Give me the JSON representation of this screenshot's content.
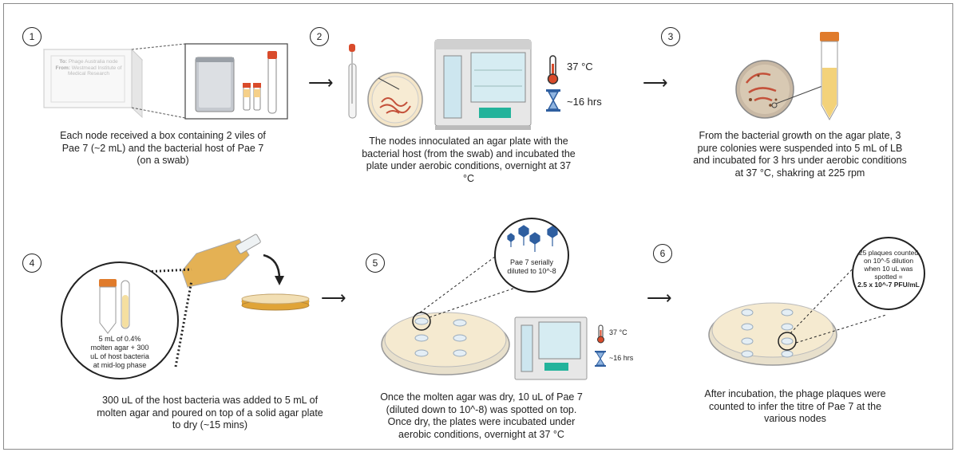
{
  "steps": [
    {
      "num": "1",
      "caption": "Each node received a box containing 2 viles of Pae 7 (~2 mL) and the bacterial host of Pae 7 (on a swab)"
    },
    {
      "num": "2",
      "caption": "The nodes innoculated an agar plate with the bacterial host (from the swab) and incubated the plate under aerobic conditions, overnight at 37 °C"
    },
    {
      "num": "3",
      "caption": "From the bacterial growth on the agar plate, 3 pure colonies were suspended into 5 mL of LB and incubated for 3 hrs under aerobic conditions at  37 °C, shakring at 225 rpm"
    },
    {
      "num": "4",
      "caption": "300 uL of the host bacteria was added to 5 mL of molten agar and poured on top of a solid agar plate to dry (~15 mins)"
    },
    {
      "num": "5",
      "caption": "Once the molten agar was dry, 10 uL of Pae 7 (diluted down to 10^-8) was spotted on top. Once dry, the plates were incubated  under aerobic conditions, overnight at 37 °C"
    },
    {
      "num": "6",
      "caption": "After incubation, the phage plaques were counted to infer the titre of Pae 7 at the various nodes"
    }
  ],
  "box_label": {
    "to_key": "To:",
    "to_value": "Phage Australia node",
    "from_key": "From:",
    "from_value": "Westmead Institute of Medical Research"
  },
  "step2_labels": {
    "temp": "37 °C",
    "time": "~16 hrs"
  },
  "step4_bubble": "5 mL of 0.4% molten agar + 300 uL of host bacteria at mid-log phase",
  "step5_bubble": "Pae 7 serially diluted to 10^-8",
  "step5_labels": {
    "temp": "37 °C",
    "time": "~16 hrs"
  },
  "step6_bubble": {
    "text": "25 plaques counted on 10^-5 dilution when 10 uL was spotted =",
    "result": "2.5 x 10^-7 PFU/mL"
  },
  "colors": {
    "agar": "#f2dfb4",
    "culture": "#e0a437",
    "cap_red": "#d94b2b",
    "incubator_teal": "#23b39b",
    "bacteria": "#c4513a",
    "phage_blue": "#2f5fa0"
  }
}
